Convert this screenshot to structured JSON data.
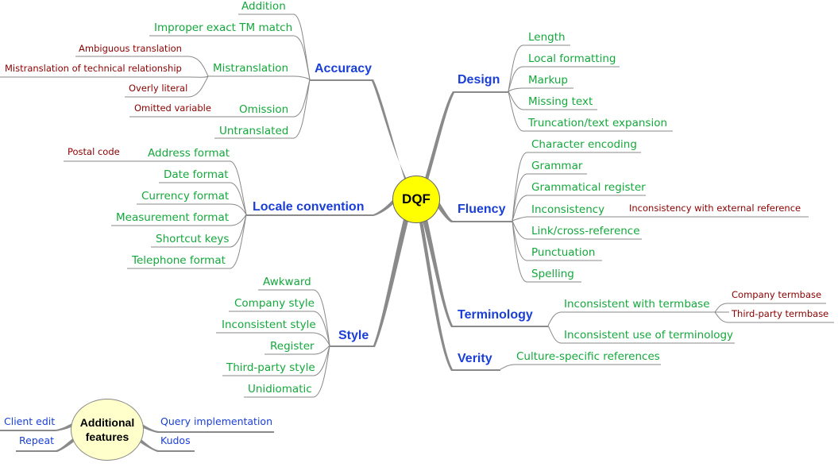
{
  "center": {
    "label": "DQF"
  },
  "branches": {
    "accuracy": {
      "label": "Accuracy",
      "children": {
        "addition": "Addition",
        "improper_exact_tm_match": "Improper exact TM match",
        "mistranslation": {
          "label": "Mistranslation",
          "children": [
            "Ambiguous translation",
            "Mistranslation of technical relationship",
            "Overly literal"
          ]
        },
        "omission": {
          "label": "Omission",
          "children": [
            "Omitted variable"
          ]
        },
        "untranslated": "Untranslated"
      }
    },
    "locale_convention": {
      "label": "Locale convention",
      "children": {
        "address_format": {
          "label": "Address format",
          "children": [
            "Postal code"
          ]
        },
        "date_format": "Date format",
        "currency_format": "Currency format",
        "measurement_format": "Measurement format",
        "shortcut_keys": "Shortcut keys",
        "telephone_format": "Telephone format"
      }
    },
    "style": {
      "label": "Style",
      "children": [
        "Awkward",
        "Company style",
        "Inconsistent style",
        "Register",
        "Third-party style",
        "Unidiomatic"
      ]
    },
    "design": {
      "label": "Design",
      "children": [
        "Length",
        "Local formatting",
        "Markup",
        "Missing text",
        "Truncation/text expansion"
      ]
    },
    "fluency": {
      "label": "Fluency",
      "children": {
        "character_encoding": "Character encoding",
        "grammar": "Grammar",
        "grammatical_register": "Grammatical register",
        "inconsistency": {
          "label": "Inconsistency",
          "children": [
            "Inconsistency with external reference"
          ]
        },
        "link_cross_reference": "Link/cross-reference",
        "punctuation": "Punctuation",
        "spelling": "Spelling"
      }
    },
    "terminology": {
      "label": "Terminology",
      "children": {
        "inconsistent_with_termbase": {
          "label": "Inconsistent with termbase",
          "children": [
            "Company termbase",
            "Third-party termbase"
          ]
        },
        "inconsistent_use": "Inconsistent use of terminology"
      }
    },
    "verity": {
      "label": "Verity",
      "children": [
        "Culture-specific references"
      ]
    }
  },
  "additional": {
    "label_line1": "Additional",
    "label_line2": "features",
    "left": [
      "Client edit",
      "Repeat"
    ],
    "right": [
      "Query implementation",
      "Kudos"
    ]
  },
  "colors": {
    "category": "#1a3fd6",
    "subcategory": "#14a83c",
    "sub_subcategory": "#8b0000",
    "center_fill": "#ffff00",
    "additional_fill": "#ffffcc",
    "lines": "#888888"
  }
}
